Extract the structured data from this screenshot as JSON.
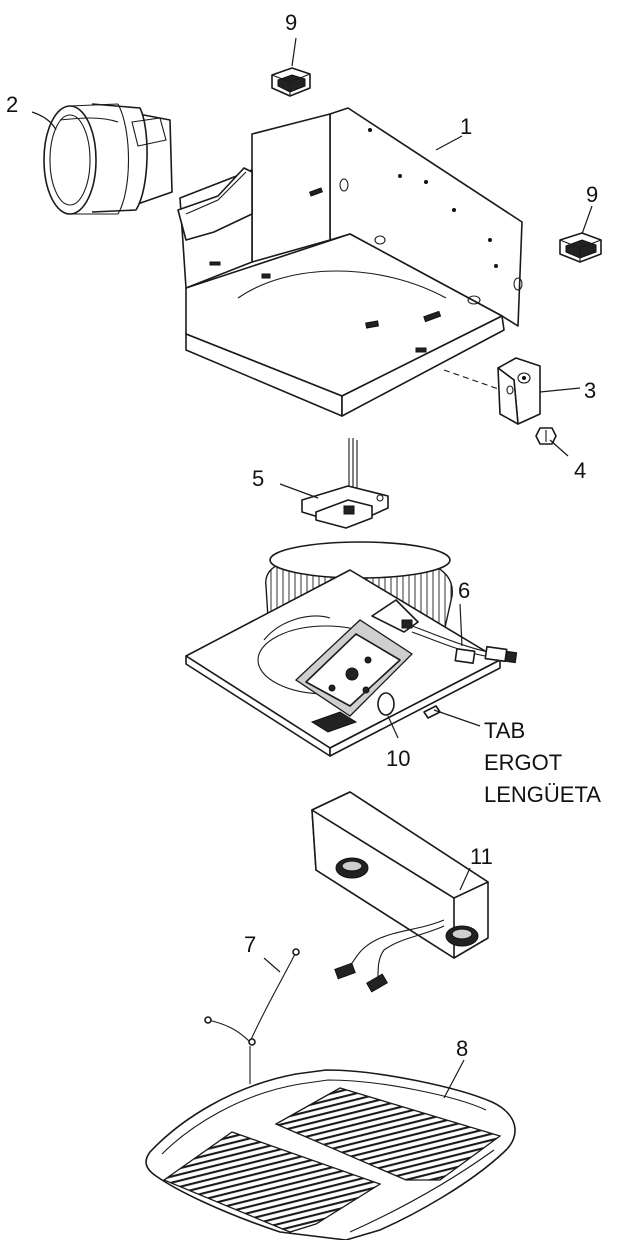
{
  "labels": {
    "p1": "1",
    "p2": "2",
    "p3": "3",
    "p4": "4",
    "p5": "5",
    "p6": "6",
    "p7": "7",
    "p8": "8",
    "p9a": "9",
    "p9b": "9",
    "p10": "10",
    "p11": "11"
  },
  "tab_note": [
    "TAB",
    "ERGOT",
    "LENGÜETA"
  ]
}
